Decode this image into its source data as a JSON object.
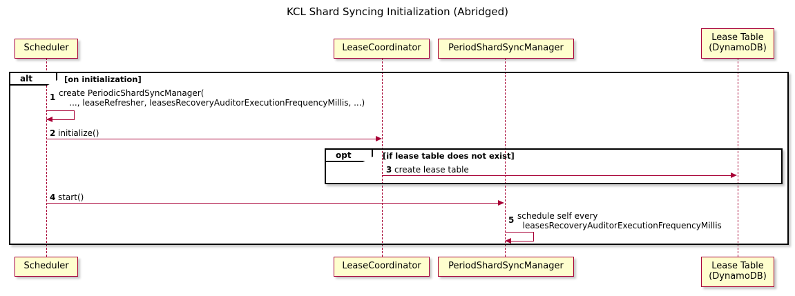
{
  "title": "KCL Shard Syncing Initialization (Abridged)",
  "colors": {
    "participant_fill": "#FEFECE",
    "participant_border": "#A80036",
    "arrow": "#A80036",
    "frame_border": "#000000",
    "background": "#FFFFFF"
  },
  "participants": [
    {
      "id": "scheduler",
      "label": "Scheduler"
    },
    {
      "id": "lease-coordinator",
      "label": "LeaseCoordinator"
    },
    {
      "id": "period-shard-sync-manager",
      "label": "PeriodShardSyncManager"
    },
    {
      "id": "lease-table",
      "label": "Lease Table\n(DynamoDB)"
    }
  ],
  "fragments": [
    {
      "id": "alt",
      "type": "alt",
      "type_label": "alt",
      "guard": "[on initialization]"
    },
    {
      "id": "opt",
      "type": "opt",
      "type_label": "opt",
      "guard": "[if lease table does not exist]"
    }
  ],
  "messages": [
    {
      "seq": "1",
      "from": "scheduler",
      "to": "scheduler",
      "self": true,
      "text": "create PeriodicShardSyncManager(\n    ..., leaseRefresher, leasesRecoveryAuditorExecutionFrequencyMillis, ...)"
    },
    {
      "seq": "2",
      "from": "scheduler",
      "to": "lease-coordinator",
      "self": false,
      "text": "initialize()"
    },
    {
      "seq": "3",
      "from": "lease-coordinator",
      "to": "lease-table",
      "self": false,
      "text": "create lease table"
    },
    {
      "seq": "4",
      "from": "scheduler",
      "to": "period-shard-sync-manager",
      "self": false,
      "text": "start()"
    },
    {
      "seq": "5",
      "from": "period-shard-sync-manager",
      "to": "period-shard-sync-manager",
      "self": true,
      "text": "schedule self every\n  leasesRecoveryAuditorExecutionFrequencyMillis"
    }
  ]
}
